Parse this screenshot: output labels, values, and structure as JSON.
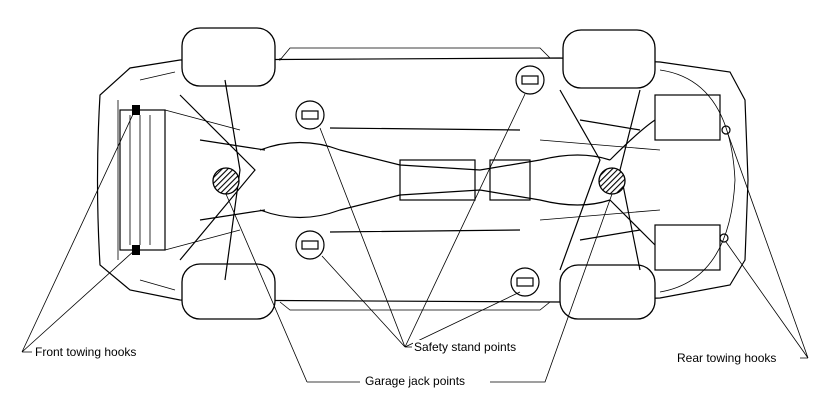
{
  "diagram": {
    "labels": {
      "front_towing_hooks": "Front towing hooks",
      "safety_stand_points": "Safety stand points",
      "garage_jack_points": "Garage jack points",
      "rear_towing_hooks": "Rear towing hooks"
    }
  }
}
